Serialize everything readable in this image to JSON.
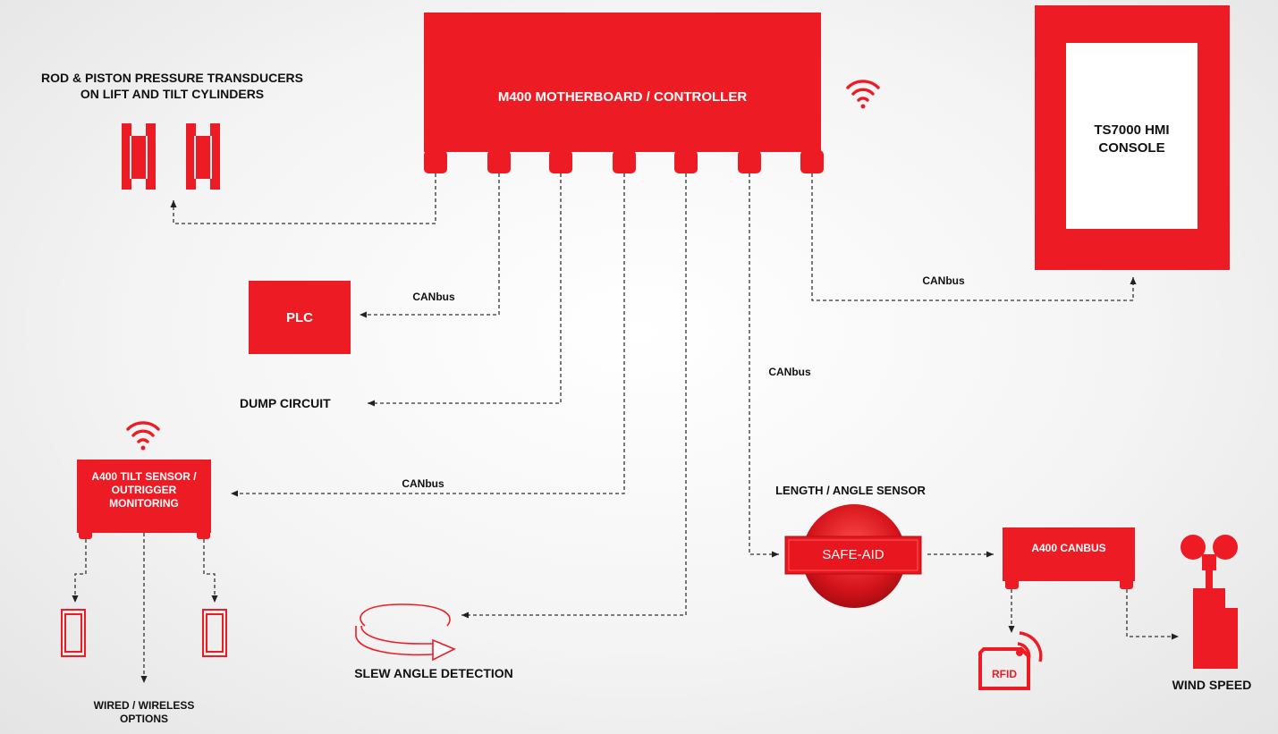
{
  "colors": {
    "accent": "#ed1c24",
    "line": "#333333",
    "text": "#111111"
  },
  "labels": {
    "transducers_line1": "ROD & PISTON PRESSURE TRANSDUCERS",
    "transducers_line2": "ON LIFT AND TILT CYLINDERS",
    "motherboard": "M400 MOTHERBOARD / CONTROLLER",
    "hmi_line1": "TS7000 HMI",
    "hmi_line2": "CONSOLE",
    "plc": "PLC",
    "dump_circuit": "DUMP CIRCUIT",
    "tilt_line1": "A400 TILT SENSOR /",
    "tilt_line2": "OUTRIGGER",
    "tilt_line3": "MONITORING",
    "wired_line1": "WIRED / WIRELESS",
    "wired_line2": "OPTIONS",
    "slew": "SLEW ANGLE DETECTION",
    "length_angle": "LENGTH / ANGLE SENSOR",
    "safe_aid": "SAFE-AID",
    "a400_canbus": "A400 CANBUS",
    "rfid": "RFID",
    "wind_speed": "WIND SPEED"
  },
  "connections": {
    "plc_bus": "CANbus",
    "hmi_bus": "CANbus",
    "safeaid_bus": "CANbus",
    "tilt_bus": "CANbus"
  },
  "icons": [
    "wifi-icon",
    "rfid-icon",
    "anemometer-icon",
    "cylinder-icon",
    "slew-arrow-icon"
  ]
}
